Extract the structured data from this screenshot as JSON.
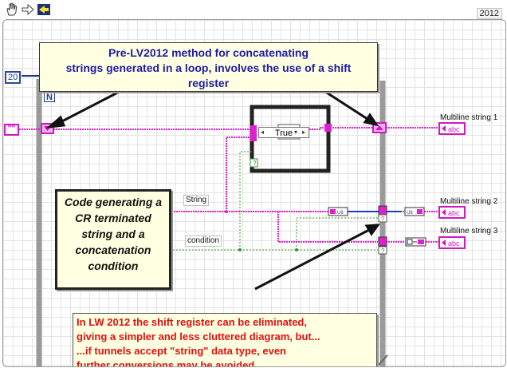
{
  "diagram": {
    "version_label": "2012",
    "loop_count": "20",
    "loop_terminal": "N",
    "case_selector": "True",
    "string_constant": "\"\"",
    "notes": {
      "top": [
        "Pre-LV2012 method for concatenating",
        "strings generated in a loop, involves the use of a shift",
        "register"
      ],
      "left": [
        "Code generating a",
        "CR terminated",
        "string and a",
        "concatenation",
        "condition"
      ],
      "bottom": [
        "In LW 2012 the shift register can be eliminated,",
        "giving a simpler and less cluttered diagram, but...",
        "...if tunnels accept \"string\" data type, even",
        "further conversions may be avoided."
      ]
    },
    "labels": {
      "string": "String",
      "condition": "condition"
    },
    "indicators": [
      {
        "label": "Multiline string 1",
        "type": "abc"
      },
      {
        "label": "Multiline string 2",
        "type": "abc"
      },
      {
        "label": "Multiline string 3",
        "type": "abc"
      }
    ],
    "colors": {
      "string_wire": "#e020d0",
      "bool_wire": "#2e9a2e",
      "array_wire": "#1b3fbf",
      "numeric": "#1e3a8a",
      "note_bg": "#ffffe1"
    }
  }
}
